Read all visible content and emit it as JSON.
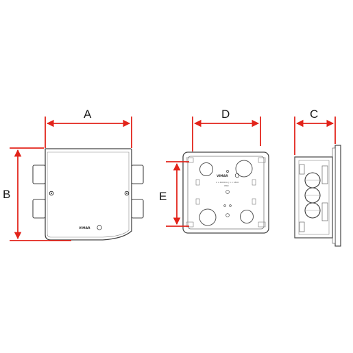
{
  "dimensions": {
    "a": "A",
    "b": "B",
    "c": "C",
    "d": "D",
    "e": "E"
  },
  "product_markings": {
    "brand_front": "VIMAR",
    "brand_inside": "VIMAR",
    "rating_line1": "2 x 4000VA | 1 x 1800",
    "rating_line2": "IP40"
  },
  "colors": {
    "dimension_arrows": "#e2231a",
    "outline": "#444444",
    "background": "#ffffff"
  }
}
